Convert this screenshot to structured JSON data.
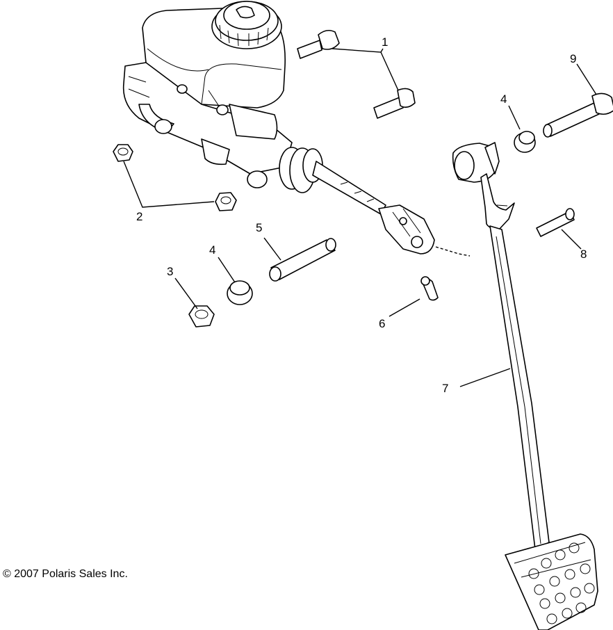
{
  "copyright": "© 2007 Polaris Sales Inc.",
  "callouts": [
    {
      "id": "callout-1",
      "label": "1"
    },
    {
      "id": "callout-2",
      "label": "2"
    },
    {
      "id": "callout-3",
      "label": "3"
    },
    {
      "id": "callout-4a",
      "label": "4"
    },
    {
      "id": "callout-4b",
      "label": "4"
    },
    {
      "id": "callout-5",
      "label": "5"
    },
    {
      "id": "callout-6",
      "label": "6"
    },
    {
      "id": "callout-7",
      "label": "7"
    },
    {
      "id": "callout-8",
      "label": "8"
    },
    {
      "id": "callout-9",
      "label": "9"
    }
  ]
}
